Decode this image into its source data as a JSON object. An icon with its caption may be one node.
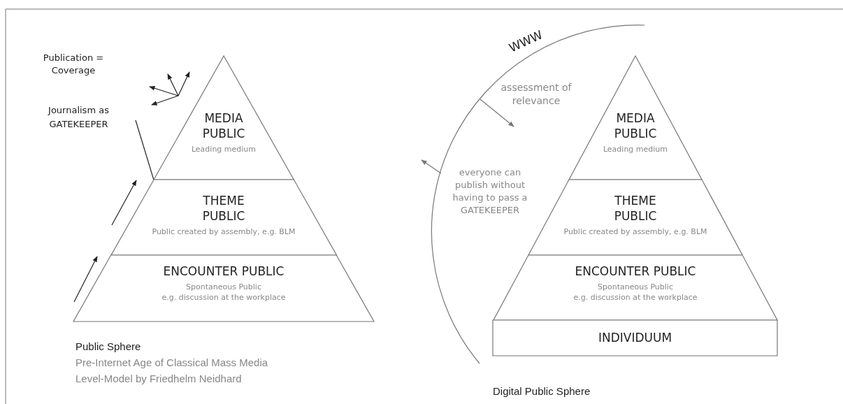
{
  "diagram": {
    "nodes": [
      {
        "text": [
          "MEDIA PUBLIC",
          "Leading medium"
        ]
      },
      {
        "text": [
          "THEME PUBLIC",
          "Public created by assembly, e.g. BLM"
        ]
      },
      {
        "text": [
          "ENCOUNTER PUBLIC",
          "Spontaneous Public",
          "e.g. discussion at the workplace"
        ]
      },
      {
        "text": [
          "MEDIA PUBLIC",
          "Leading medium"
        ]
      },
      {
        "text": [
          "THEME PUBLIC",
          "Public created by assembly, e.g. BLM"
        ]
      },
      {
        "text": [
          "ENCOUNTER PUBLIC",
          "Spontaneous Public",
          "e.g. discussion at the workplace"
        ]
      },
      {
        "text": [
          "INDIVIDUUM"
        ]
      },
      {
        "text": [
          "Journalism as GATEKEEPER"
        ]
      }
    ],
    "edges": [
      {
        "from": 7,
        "to": 0,
        "arrow": "none"
      }
    ],
    "labels": [
      "Publication = Coverage",
      "WWW",
      "assessment of relevance",
      "everyone can publish without having to pass a GATEKEEPER",
      "Public Sphere",
      "Pre-Internet Age of Classical Mass Media",
      "Level-Model by Friedhelm Neidhard",
      "Digital Public Sphere"
    ]
  }
}
